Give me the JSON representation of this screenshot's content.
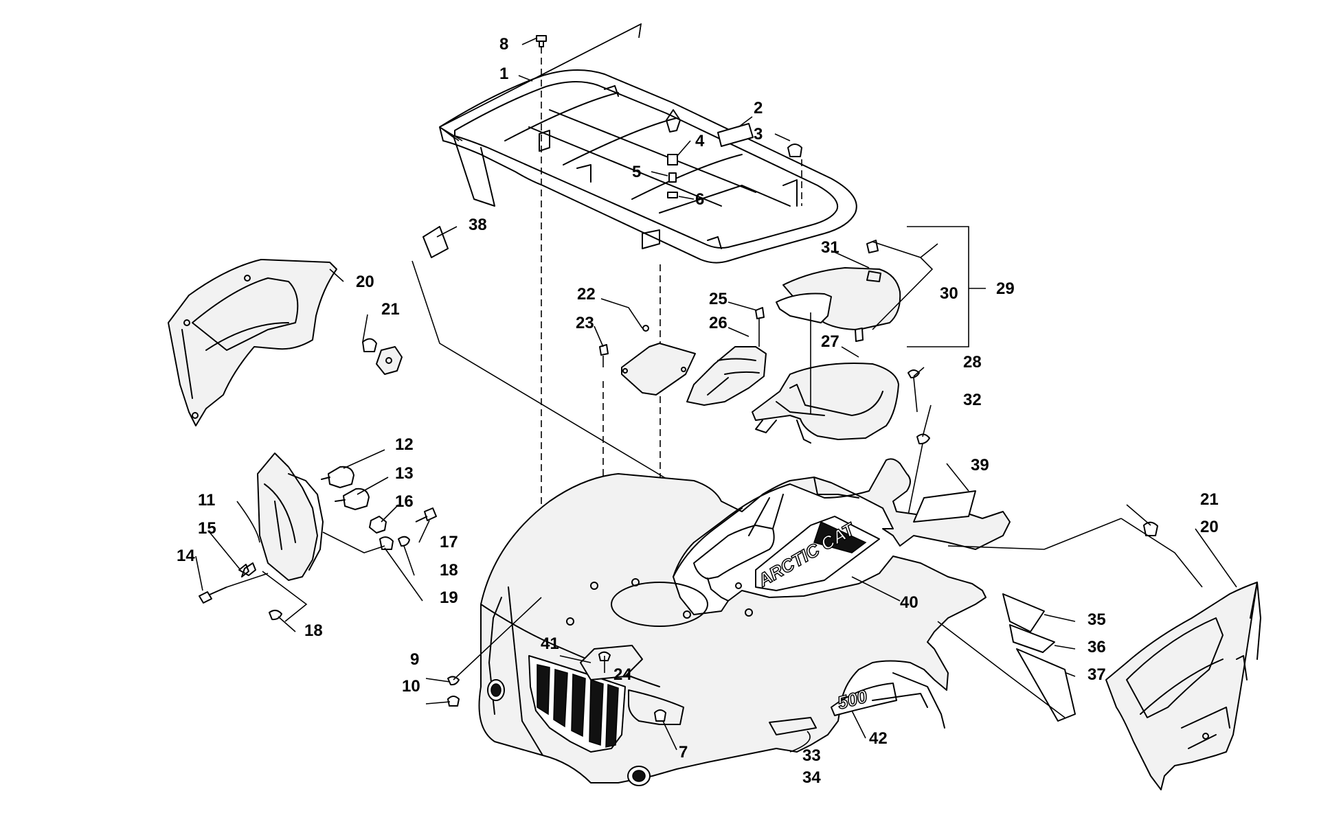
{
  "callouts": {
    "c1": "1",
    "c2": "2",
    "c3": "3",
    "c4": "4",
    "c5": "5",
    "c6": "6",
    "c7": "7",
    "c8": "8",
    "c9": "9",
    "c10": "10",
    "c11": "11",
    "c12": "12",
    "c13": "13",
    "c14": "14",
    "c15": "15",
    "c16": "16",
    "c17": "17",
    "c18a": "18",
    "c18b": "18",
    "c19": "19",
    "c20a": "20",
    "c20b": "20",
    "c21a": "21",
    "c21b": "21",
    "c22": "22",
    "c23": "23",
    "c24": "24",
    "c25": "25",
    "c26": "26",
    "c27": "27",
    "c28": "28",
    "c29": "29",
    "c30": "30",
    "c31": "31",
    "c32": "32",
    "c33": "33",
    "c34": "34",
    "c35": "35",
    "c36": "36",
    "c37": "37",
    "c38": "38",
    "c39": "39",
    "c40": "40",
    "c41": "41",
    "c42": "42"
  },
  "decals": {
    "brand": "ARCTIC CAT",
    "model": "500"
  }
}
